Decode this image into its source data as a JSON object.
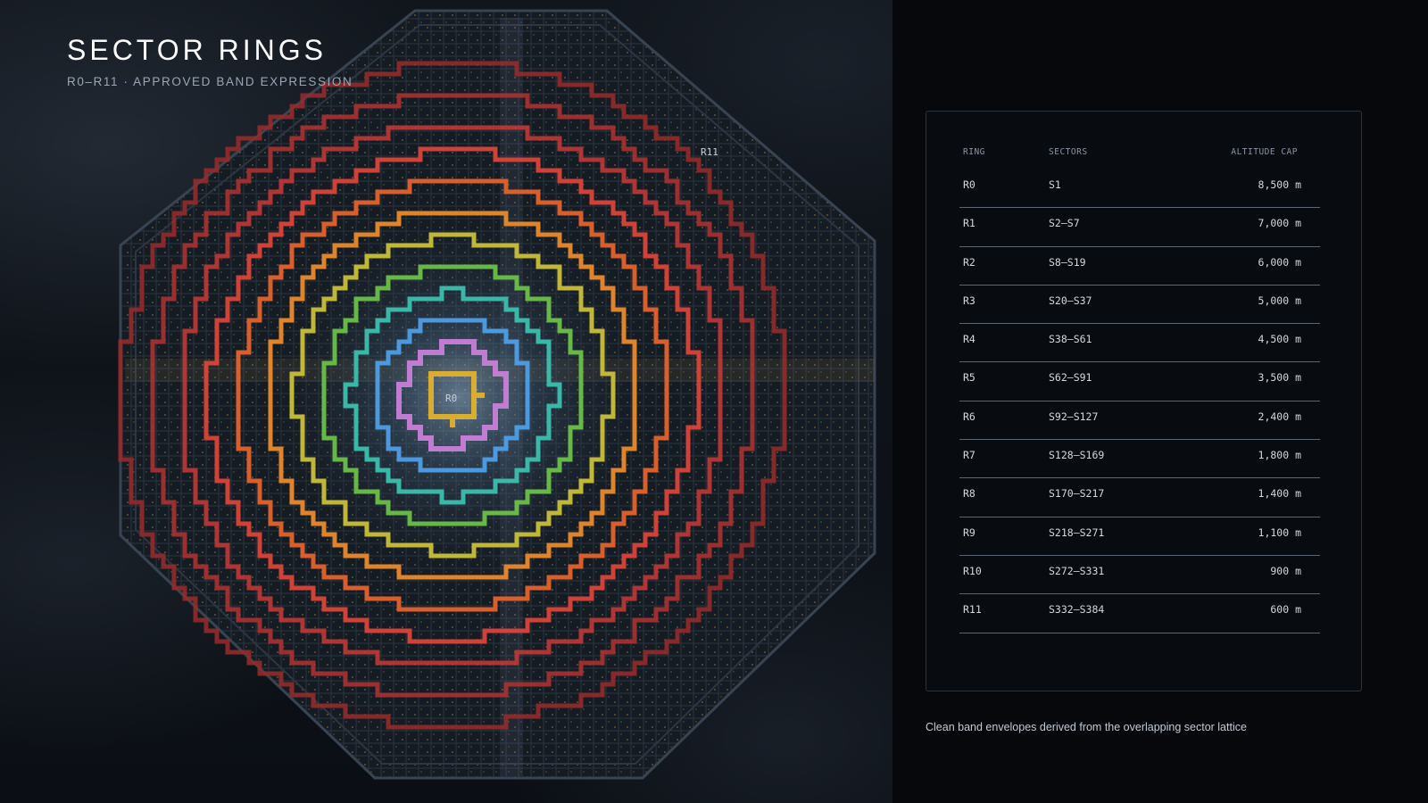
{
  "header": {
    "title": "SECTOR RINGS",
    "subtitle": "R0–R11 · APPROVED BAND EXPRESSION"
  },
  "map": {
    "inner_label": "R0",
    "outer_label": "R11",
    "ring_colors": [
      "#e0b02f",
      "#c77fd8",
      "#4f9ee6",
      "#3cbfae",
      "#6cc04a",
      "#c9c03a",
      "#e88a2e",
      "#e2622e",
      "#d9453a",
      "#c93a3a",
      "#b23232",
      "#992c2c"
    ]
  },
  "table": {
    "columns": {
      "ring": "RING",
      "sectors": "SECTORS",
      "altitude": "ALTITUDE CAP"
    },
    "rows": [
      {
        "ring": "R0",
        "sectors": "S1",
        "altitude": "8,500 m"
      },
      {
        "ring": "R1",
        "sectors": "S2–S7",
        "altitude": "7,000 m"
      },
      {
        "ring": "R2",
        "sectors": "S8–S19",
        "altitude": "6,000 m"
      },
      {
        "ring": "R3",
        "sectors": "S20–S37",
        "altitude": "5,000 m"
      },
      {
        "ring": "R4",
        "sectors": "S38–S61",
        "altitude": "4,500 m"
      },
      {
        "ring": "R5",
        "sectors": "S62–S91",
        "altitude": "3,500 m"
      },
      {
        "ring": "R6",
        "sectors": "S92–S127",
        "altitude": "2,400 m"
      },
      {
        "ring": "R7",
        "sectors": "S128–S169",
        "altitude": "1,800 m"
      },
      {
        "ring": "R8",
        "sectors": "S170–S217",
        "altitude": "1,400 m"
      },
      {
        "ring": "R9",
        "sectors": "S218–S271",
        "altitude": "1,100 m"
      },
      {
        "ring": "R10",
        "sectors": "S272–S331",
        "altitude": "900 m"
      },
      {
        "ring": "R11",
        "sectors": "S332–S384",
        "altitude": "600 m"
      }
    ]
  },
  "caption": "Clean band envelopes derived from the overlapping sector lattice"
}
